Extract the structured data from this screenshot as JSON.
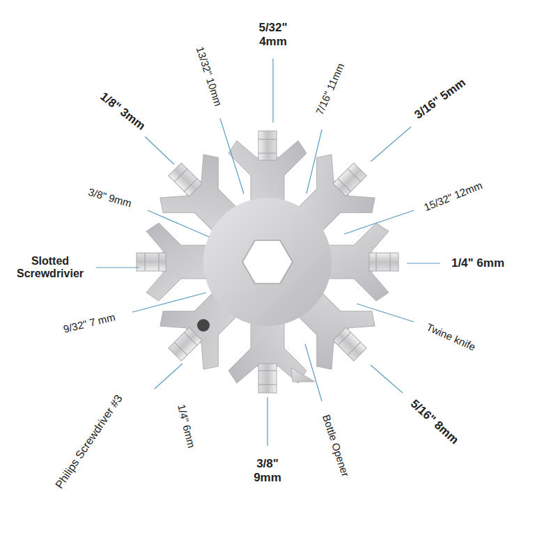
{
  "diagram": {
    "labels": [
      "13/32\" 10mm",
      "5/32\" 4mm",
      "7/16\" 11mm",
      "1/8\" 3mm",
      "3/16\" 5mm",
      "3/8\" 9mm",
      "15/32\" 12mm",
      "Slotted Screwdrivier",
      "1/4\" 6mm",
      "9/32\" 7 mm",
      "Twine knife",
      "Philips Screwdriver #3",
      "1/4\" 6mm",
      "3/8\" 9mm",
      "Bottle Opener",
      "5/16\" 8mm"
    ]
  }
}
